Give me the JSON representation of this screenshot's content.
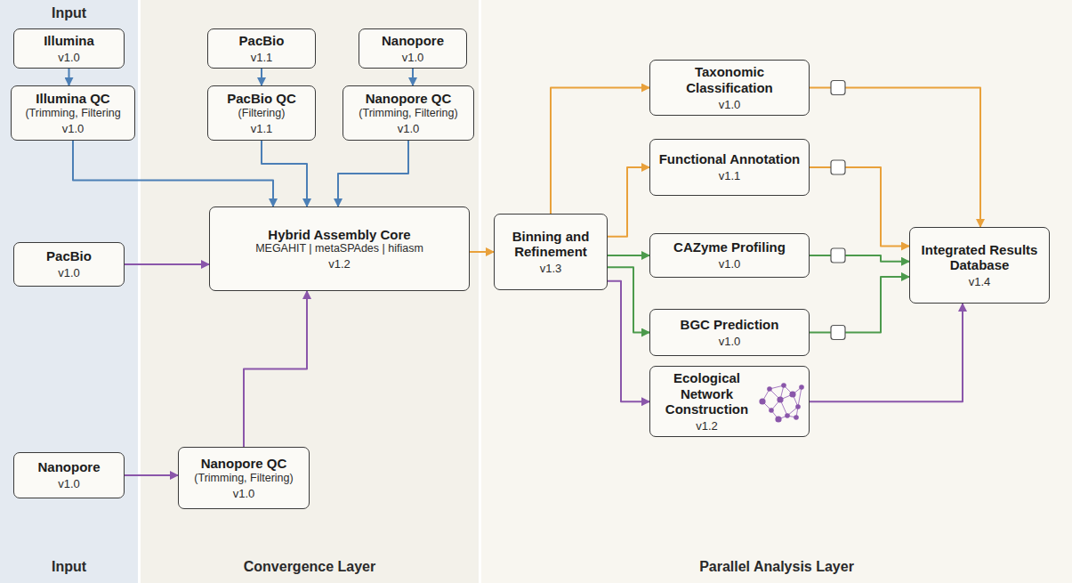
{
  "diagram": {
    "nodes": [
      {
        "text": [
          "Illumina",
          "v1.0"
        ]
      },
      {
        "text": [
          "PacBio",
          "v1.1"
        ]
      },
      {
        "text": [
          "Nanopore",
          "v1.0"
        ]
      },
      {
        "text": [
          "Illumina QC",
          "(Trimming, Filtering",
          "v1.0"
        ]
      },
      {
        "text": [
          "PacBio QC",
          "(Filtering)",
          "v1.1"
        ]
      },
      {
        "text": [
          "Nanopore QC",
          "(Trimming, Filtering)",
          "v1.0"
        ]
      },
      {
        "text": [
          "PacBio",
          "v1.0"
        ]
      },
      {
        "text": [
          "Hybrid Assembly Core",
          "MEGAHIT | metaSPAdes | hifiasm",
          "v1.2"
        ]
      },
      {
        "text": [
          "Nanopore",
          "v1.0"
        ]
      },
      {
        "text": [
          "Nanopore QC",
          "(Trimming, Filtering)",
          "v1.0"
        ]
      },
      {
        "text": [
          "Binning and Refinement",
          "v1.3"
        ]
      },
      {
        "text": [
          "Taxonomic Classification",
          "v1.0"
        ]
      },
      {
        "text": [
          "Functional Annotation",
          "v1.1"
        ]
      },
      {
        "text": [
          "CAZyme Profiling",
          "v1.0"
        ]
      },
      {
        "text": [
          "BGC Prediction",
          "v1.0"
        ]
      },
      {
        "text": [
          "Ecological Network Construction",
          "v1.2"
        ]
      },
      {
        "text": [
          "Integrated Results Database",
          "v1.4"
        ]
      }
    ],
    "edges": [
      {
        "from": 0,
        "to": 3,
        "arrow": "to"
      },
      {
        "from": 1,
        "to": 4,
        "arrow": "to"
      },
      {
        "from": 2,
        "to": 5,
        "arrow": "to"
      },
      {
        "from": 3,
        "to": 7,
        "arrow": "to"
      },
      {
        "from": 4,
        "to": 7,
        "arrow": "to"
      },
      {
        "from": 5,
        "to": 7,
        "arrow": "to"
      },
      {
        "from": 6,
        "to": 7,
        "arrow": "to"
      },
      {
        "from": 8,
        "to": 9,
        "arrow": "to"
      },
      {
        "from": 9,
        "to": 7,
        "arrow": "to"
      },
      {
        "from": 7,
        "to": 10,
        "arrow": "to"
      },
      {
        "from": 10,
        "to": 11,
        "arrow": "to"
      },
      {
        "from": 10,
        "to": 12,
        "arrow": "to"
      },
      {
        "from": 10,
        "to": 13,
        "arrow": "to"
      },
      {
        "from": 10,
        "to": 14,
        "arrow": "to"
      },
      {
        "from": 10,
        "to": 15,
        "arrow": "to"
      },
      {
        "from": 11,
        "to": 16,
        "arrow": "to"
      },
      {
        "from": 12,
        "to": 16,
        "arrow": "to"
      },
      {
        "from": 13,
        "to": 16,
        "arrow": "to"
      },
      {
        "from": 14,
        "to": 16,
        "arrow": "to"
      },
      {
        "from": 15,
        "to": 16,
        "arrow": "to"
      }
    ],
    "labels": [
      "Input",
      "Input",
      "Convergence Layer",
      "Parallel Analysis Layer"
    ]
  }
}
